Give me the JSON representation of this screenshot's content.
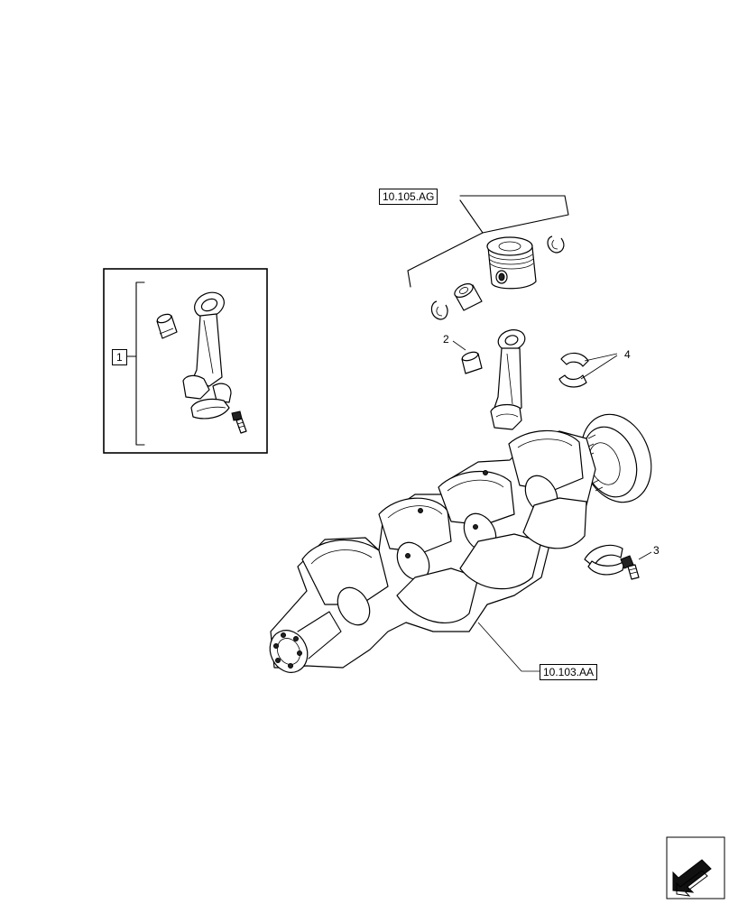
{
  "diagram": {
    "references": {
      "piston_group": "10.105.AG",
      "crankshaft": "10.103.AA"
    },
    "item_labels": {
      "kit": "1",
      "bushing": "2",
      "bolt": "3",
      "bearing_shells": "4"
    },
    "nav_icon": "next-page-arrow-icon"
  }
}
